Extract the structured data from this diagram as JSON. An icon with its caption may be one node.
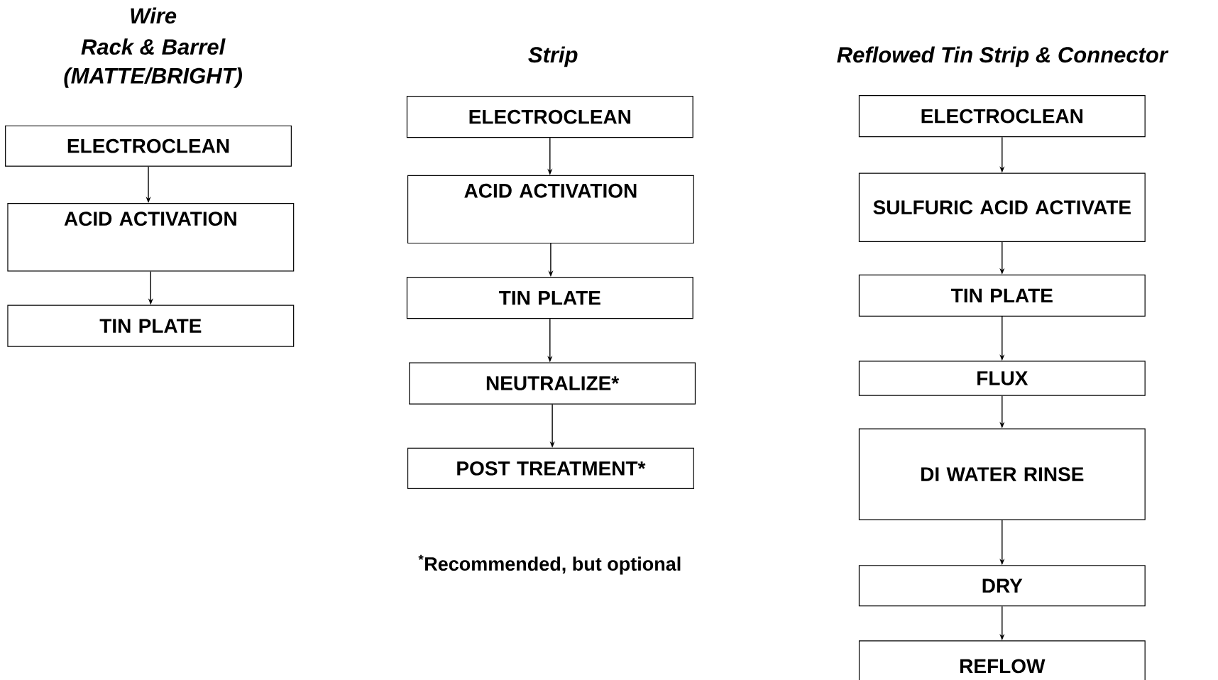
{
  "diagram": {
    "nodes": [
      {
        "text": [
          "ELECTROCLEAN"
        ]
      },
      {
        "text": [
          "ACID ACTIVATION"
        ]
      },
      {
        "text": [
          "TIN PLATE"
        ]
      },
      {
        "text": [
          "ELECTROCLEAN"
        ]
      },
      {
        "text": [
          "ACID ACTIVATION"
        ]
      },
      {
        "text": [
          "TIN PLATE"
        ]
      },
      {
        "text": [
          "NEUTRALIZE*"
        ]
      },
      {
        "text": [
          "POST TREATMENT*"
        ]
      },
      {
        "text": [
          "ELECTROCLEAN"
        ]
      },
      {
        "text": [
          "SULFURIC ACID ACTIVATE"
        ]
      },
      {
        "text": [
          "TIN PLATE"
        ]
      },
      {
        "text": [
          "FLUX"
        ]
      },
      {
        "text": [
          "DI WATER RINSE"
        ]
      },
      {
        "text": [
          "DRY"
        ]
      },
      {
        "text": [
          "REFLOW"
        ]
      }
    ],
    "edges": [
      {
        "from": 0,
        "to": 1,
        "arrow": "to"
      },
      {
        "from": 1,
        "to": 2,
        "arrow": "to"
      },
      {
        "from": 3,
        "to": 4,
        "arrow": "to"
      },
      {
        "from": 4,
        "to": 5,
        "arrow": "to"
      },
      {
        "from": 5,
        "to": 6,
        "arrow": "to"
      },
      {
        "from": 6,
        "to": 7,
        "arrow": "to"
      },
      {
        "from": 8,
        "to": 9,
        "arrow": "to"
      },
      {
        "from": 9,
        "to": 10,
        "arrow": "to"
      },
      {
        "from": 10,
        "to": 11,
        "arrow": "to"
      },
      {
        "from": 11,
        "to": 12,
        "arrow": "to"
      },
      {
        "from": 12,
        "to": 13,
        "arrow": "to"
      },
      {
        "from": 13,
        "to": 14,
        "arrow": "to"
      }
    ],
    "labels": [
      "Wire",
      "Rack & Barrel",
      "(MATTE/BRIGHT)",
      "Strip",
      "Reflowed Tin Strip & Connector",
      "$^{*}$Recommended, but optional"
    ]
  }
}
